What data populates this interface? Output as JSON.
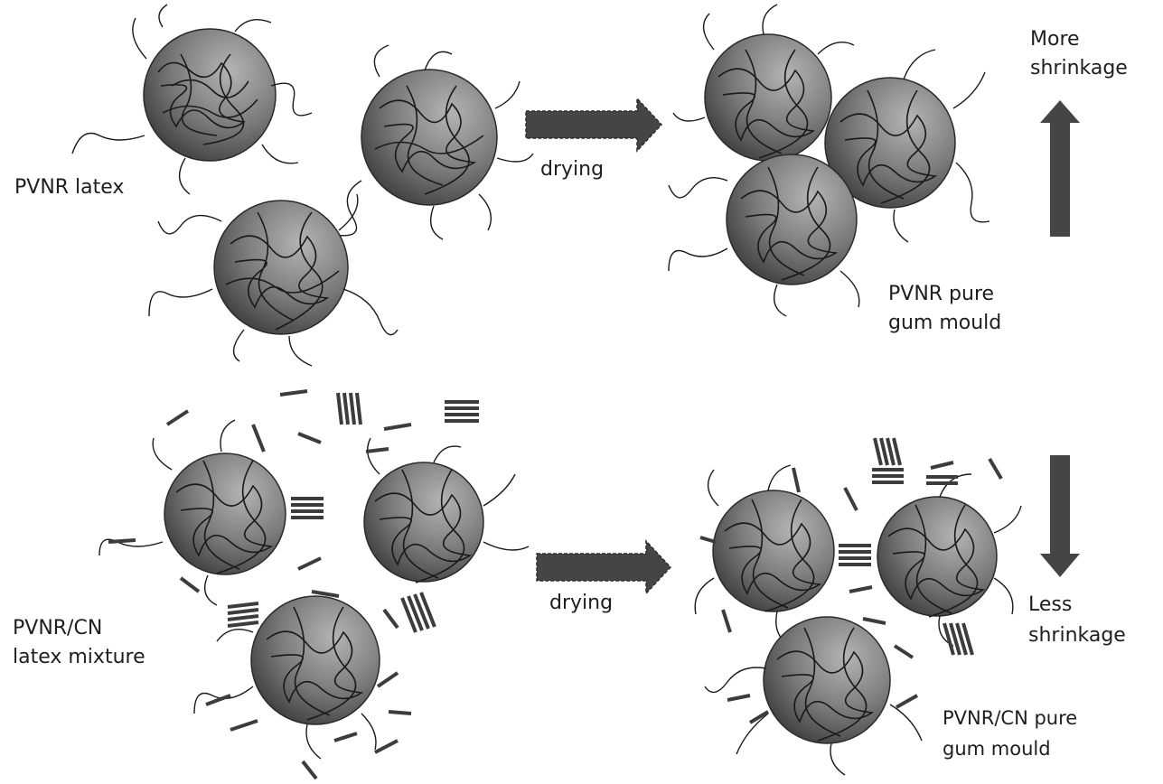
{
  "labels": {
    "pvnr_latex": "PVNR latex",
    "drying_top": "drying",
    "pvnr_pure_line1": "PVNR pure",
    "pvnr_pure_line2": "gum mould",
    "more_line1": "More",
    "more_line2": "shrinkage",
    "mixture_line1": "PVNR/CN",
    "mixture_line2": "latex mixture",
    "drying_bottom": "drying",
    "less_line1": "Less",
    "less_line2": "shrinkage",
    "cn_pure_line1": "PVNR/CN pure",
    "cn_pure_line2": "gum mould"
  },
  "colors": {
    "particle_light": "#b4b4b4",
    "particle_dark": "#3a3a3a",
    "chain": "#1a1a1a",
    "arrow": "#454545",
    "nanocrystal": "#3c3c3c",
    "text": "#1e1e1e"
  }
}
